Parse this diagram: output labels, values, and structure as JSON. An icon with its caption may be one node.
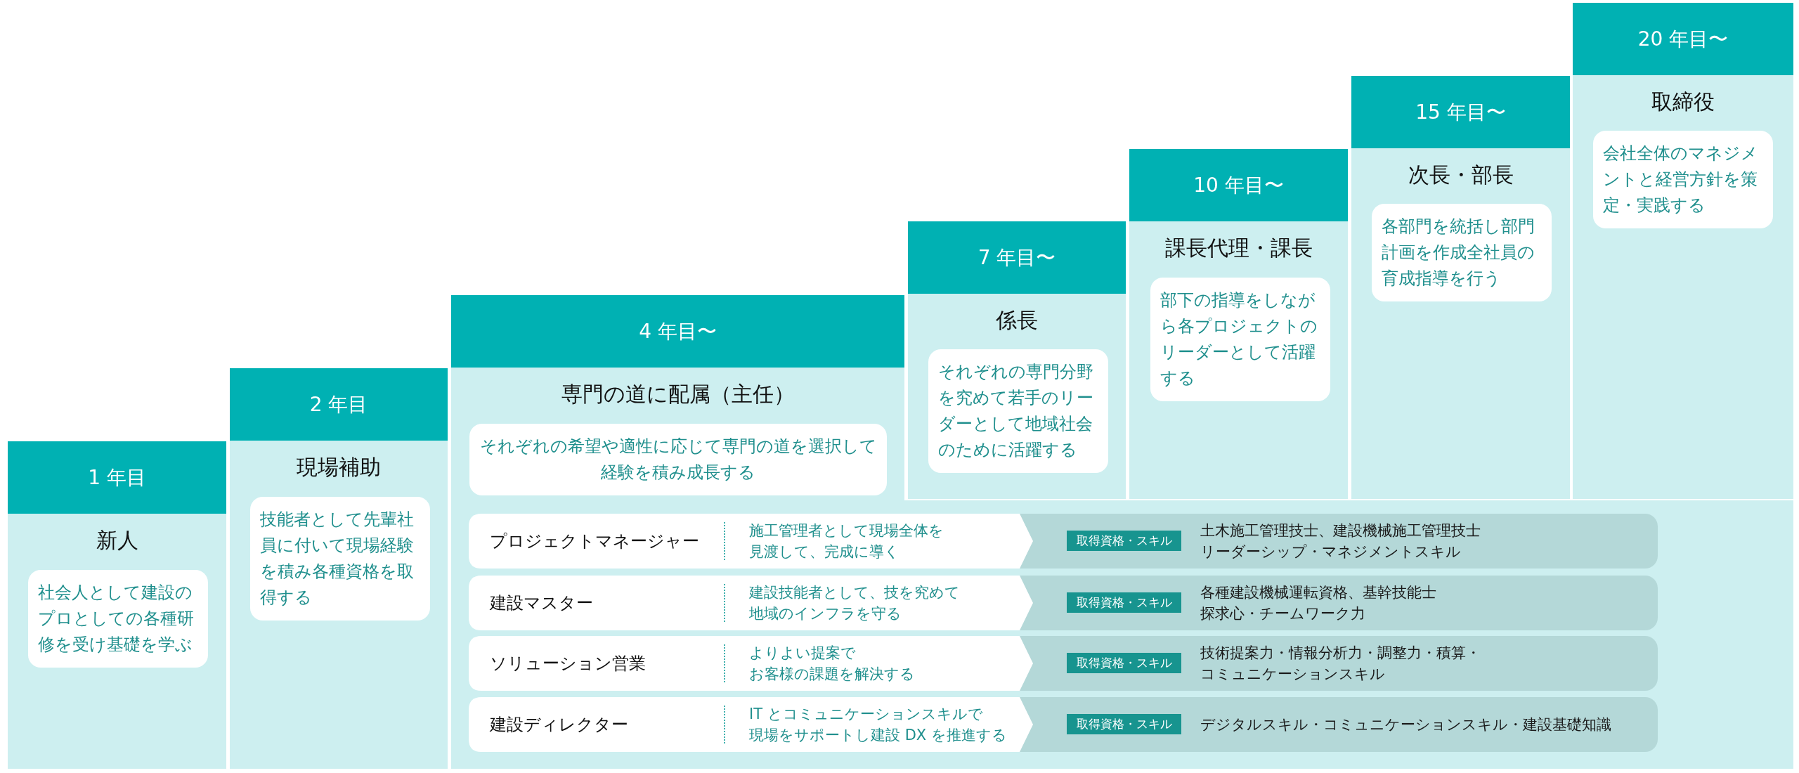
{
  "diagram": {
    "nodes": [
      {
        "text": [
          "1 年目",
          "新人"
        ]
      },
      {
        "text": [
          "社会人として建設のプロとしての各種研修を受け基礎を学ぶ"
        ],
        "in": 0
      },
      {
        "text": [
          "2 年目",
          "現場補助"
        ]
      },
      {
        "text": [
          "技能者として先輩社員に付いて現場経験を積み各種資格を取得する"
        ],
        "in": 2
      },
      {
        "text": [
          "4 年目〜",
          "専門の道に配属（主任）"
        ]
      },
      {
        "text": [
          "それぞれの希望や適性に応じて専門の道を選択して経験を積み成長する"
        ],
        "in": 4
      },
      {
        "text": [
          "7 年目〜",
          "係長"
        ]
      },
      {
        "text": [
          "それぞれの専門分野を究めて若手のリーダーとして地域社会のために活躍する"
        ],
        "in": 6
      },
      {
        "text": [
          "10 年目〜",
          "課長代理・課長"
        ]
      },
      {
        "text": [
          "部下の指導をしながら各プロジェクトのリーダーとして活躍する"
        ],
        "in": 8
      },
      {
        "text": [
          "15 年目〜",
          "次長・部長"
        ]
      },
      {
        "text": [
          "各部門を統括し部門計画を作成全社員の育成指導を行う"
        ],
        "in": 10
      },
      {
        "text": [
          "20 年目〜",
          "取締役"
        ]
      },
      {
        "text": [
          "会社全体のマネジメントと経営方針を策定・実践する"
        ],
        "in": 12
      },
      {
        "text": [],
        "shape": "box"
      },
      {
        "text": [
          "プロジェクトマネージャー",
          "施工管理者として現場全体を見渡して、完成に導く"
        ],
        "in": 14
      },
      {
        "text": [
          "土木施工管理技士、建設機械施工管理技士リーダーシップ・マネジメントスキル"
        ],
        "in": 14
      },
      {
        "text": [
          "取得資格・スキル"
        ],
        "in": 16
      },
      {
        "text": [
          "建設マスター",
          "建設技能者として、技を究めて地域のインフラを守る"
        ],
        "in": 14
      },
      {
        "text": [
          "各種建設機械運転資格、基幹技能士探求心・チームワーク力"
        ],
        "in": 14
      },
      {
        "text": [
          "取得資格・スキル"
        ],
        "in": 19
      },
      {
        "text": [
          "ソリューション営業",
          "よりよい提案でお客様の課題を解決する"
        ],
        "in": 14
      },
      {
        "text": [
          "技術提案力・情報分析力・調整力・積算・コミュニケーションスキル"
        ],
        "in": 14
      },
      {
        "text": [
          "取得資格・スキル"
        ],
        "in": 22
      },
      {
        "text": [
          "建設ディレクター",
          "IT とコミュニケーションスキルで現場をサポートし建設 DX を推進する"
        ],
        "in": 14
      },
      {
        "text": [
          "デジタルスキル・コミュニケーションスキル・建設基礎知識"
        ],
        "in": 14
      },
      {
        "text": [
          "取得資格・スキル"
        ],
        "in": 25
      }
    ]
  }
}
